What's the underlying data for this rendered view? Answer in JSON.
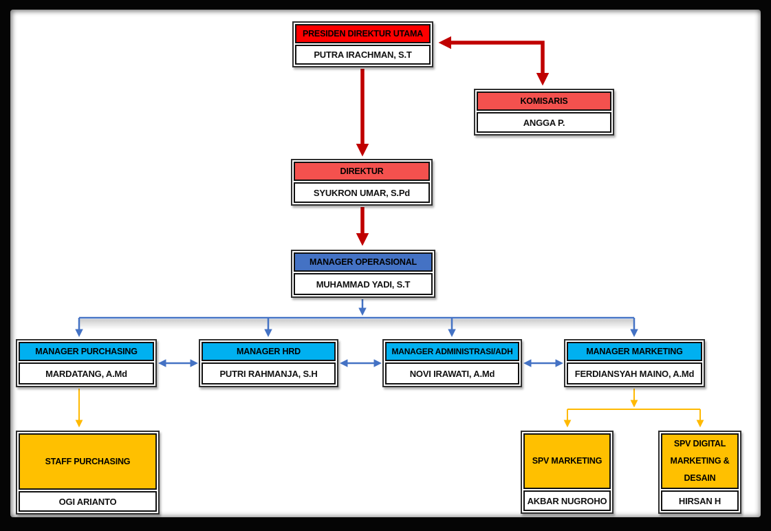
{
  "palette": {
    "header_red": "#FF0000",
    "header_salmon": "#F4514E",
    "header_blue": "#4472C4",
    "header_cyan": "#00B0F0",
    "header_gold": "#FFC000",
    "arrow_red": "#C00000",
    "arrow_blue": "#4472C4",
    "arrow_gold": "#FFB900"
  },
  "org": {
    "presiden": {
      "title": "PRESIDEN DIREKTUR UTAMA",
      "name": "PUTRA IRACHMAN, S.T"
    },
    "komisaris": {
      "title": "KOMISARIS",
      "name": "ANGGA P."
    },
    "direktur": {
      "title": "DIREKTUR",
      "name": "SYUKRON UMAR, S.Pd"
    },
    "manager_operasional": {
      "title": "MANAGER OPERASIONAL",
      "name": "MUHAMMAD YADI, S.T"
    },
    "manager_purchasing": {
      "title": "MANAGER PURCHASING",
      "name": "MARDATANG, A.Md"
    },
    "manager_hrd": {
      "title": "MANAGER HRD",
      "name": "PUTRI RAHMANJA, S.H"
    },
    "manager_administrasi": {
      "title": "MANAGER ADMINISTRASI/ADH",
      "name": "NOVI IRAWATI, A.Md"
    },
    "manager_marketing": {
      "title": "MANAGER MARKETING",
      "name": "FERDIANSYAH MAINO, A.Md"
    },
    "staff_purchasing": {
      "title": "STAFF PURCHASING",
      "name": "OGI ARIANTO"
    },
    "spv_marketing": {
      "title": "SPV MARKETING",
      "name": "AKBAR NUGROHO"
    },
    "spv_digital": {
      "title": "SPV DIGITAL MARKETING & DESAIN",
      "name": "HIRSAN H"
    }
  }
}
